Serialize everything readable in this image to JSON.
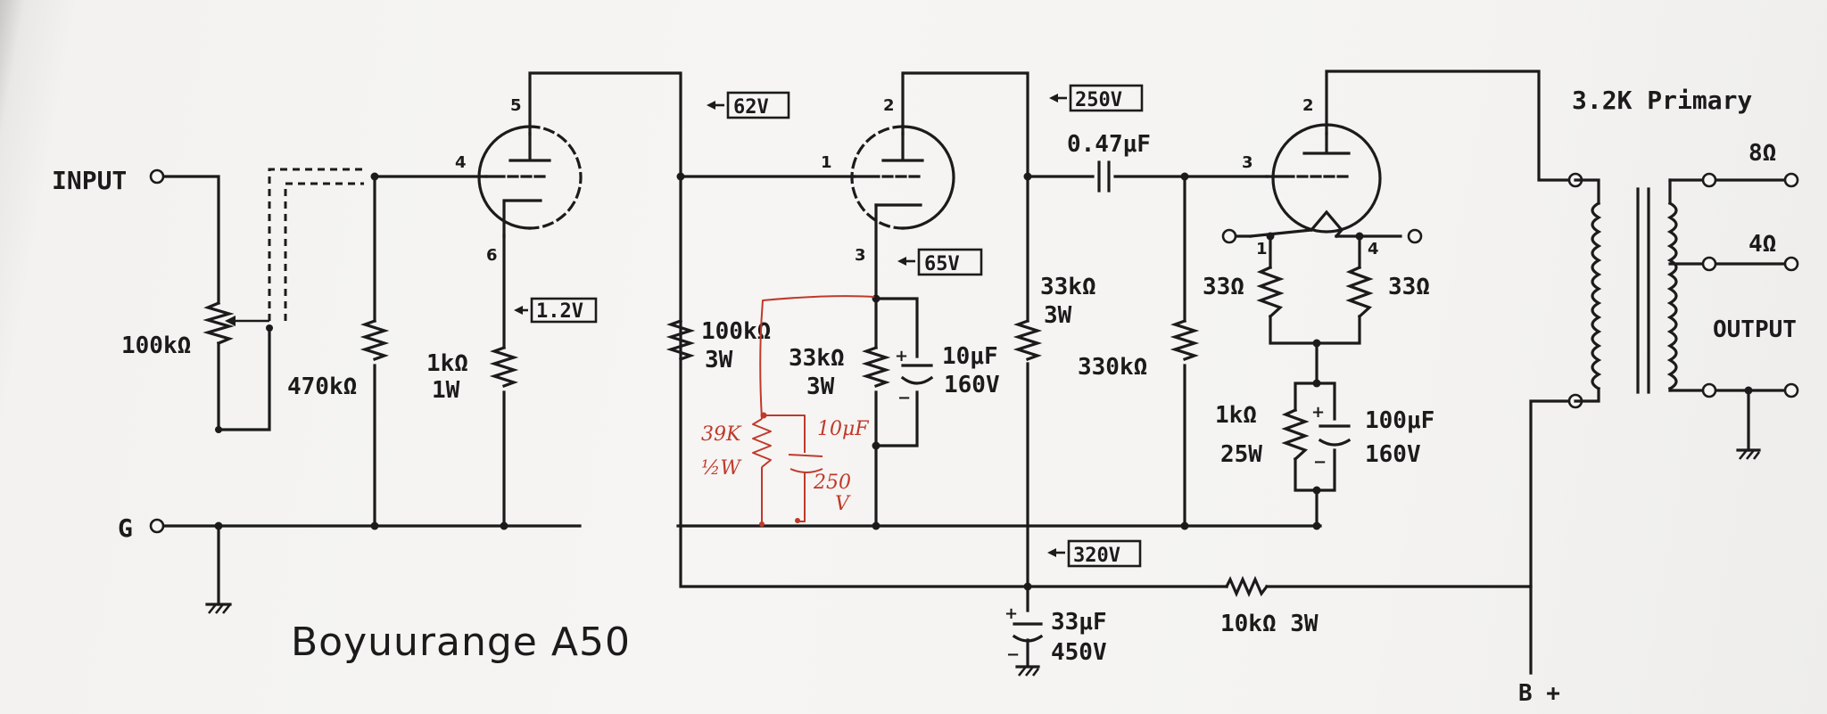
{
  "title": "Boyuurange A50",
  "terminals": {
    "input": "INPUT",
    "ground": "G",
    "bplus": "B +",
    "output": "OUTPUT"
  },
  "transformer": {
    "primary": "3.2K Primary",
    "tap8": "8Ω",
    "tap4": "4Ω"
  },
  "voltages": {
    "v62": "62V",
    "v250": "250V",
    "v12": "1.2V",
    "v65": "65V",
    "v320": "320V"
  },
  "pins": {
    "v1p5": "5",
    "v1p4": "4",
    "v1p6": "6",
    "v2p2": "2",
    "v2p1": "1",
    "v2p3": "3",
    "v3p2": "2",
    "v3p3": "3",
    "v3p1": "1",
    "v3p4": "4"
  },
  "components": {
    "vol": "100kΩ",
    "r470": "470kΩ",
    "rk1_a": "1kΩ",
    "rk1_b": "1W",
    "ra1_a": "100kΩ",
    "ra1_b": "3W",
    "rk2_a": "33kΩ",
    "rk2_b": "3W",
    "ck2_a": "10μF",
    "ck2_b": "160V",
    "ra2_a": "33kΩ",
    "ra2_b": "3W",
    "cc": "0.47μF",
    "rg": "330kΩ",
    "rf1": "33Ω",
    "rf2": "33Ω",
    "rk3_a": "1kΩ",
    "rk3_b": "25W",
    "ck3_a": "100μF",
    "ck3_b": "160V",
    "cf_a": "33μF",
    "cf_b": "450V",
    "rd": "10kΩ  3W"
  },
  "mods": {
    "r_a": "39K",
    "r_b": "½W",
    "c_a": "10μF",
    "c_b": "250",
    "c_c": "V"
  },
  "colors": {
    "ink": "#1b1b1b",
    "paper": "#f6f5f3",
    "mod": "#c0392b"
  }
}
